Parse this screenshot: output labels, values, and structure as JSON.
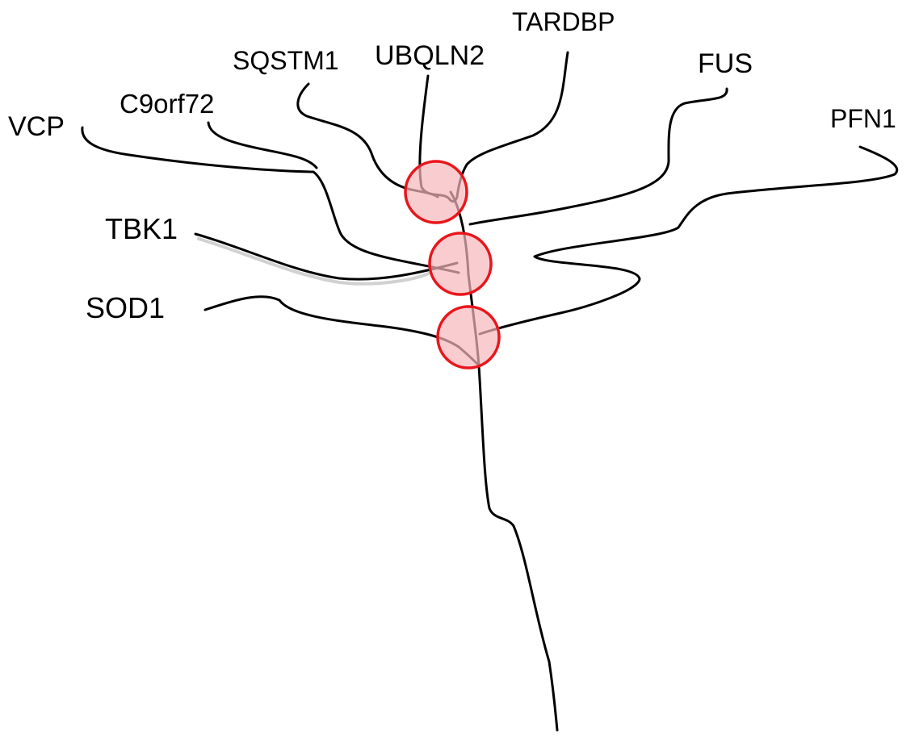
{
  "genes": {
    "vcp": "VCP",
    "c9orf72": "C9orf72",
    "sqstm1": "SQSTM1",
    "ubqln2": "UBQLN2",
    "tardbp": "TARDBP",
    "fus": "FUS",
    "pfn1": "PFN1",
    "tbk1": "TBK1",
    "sod1": "SOD1"
  },
  "colors": {
    "line": "#000000",
    "junction_stroke": "#e8161c",
    "junction_fill": "#f6b8bb"
  }
}
